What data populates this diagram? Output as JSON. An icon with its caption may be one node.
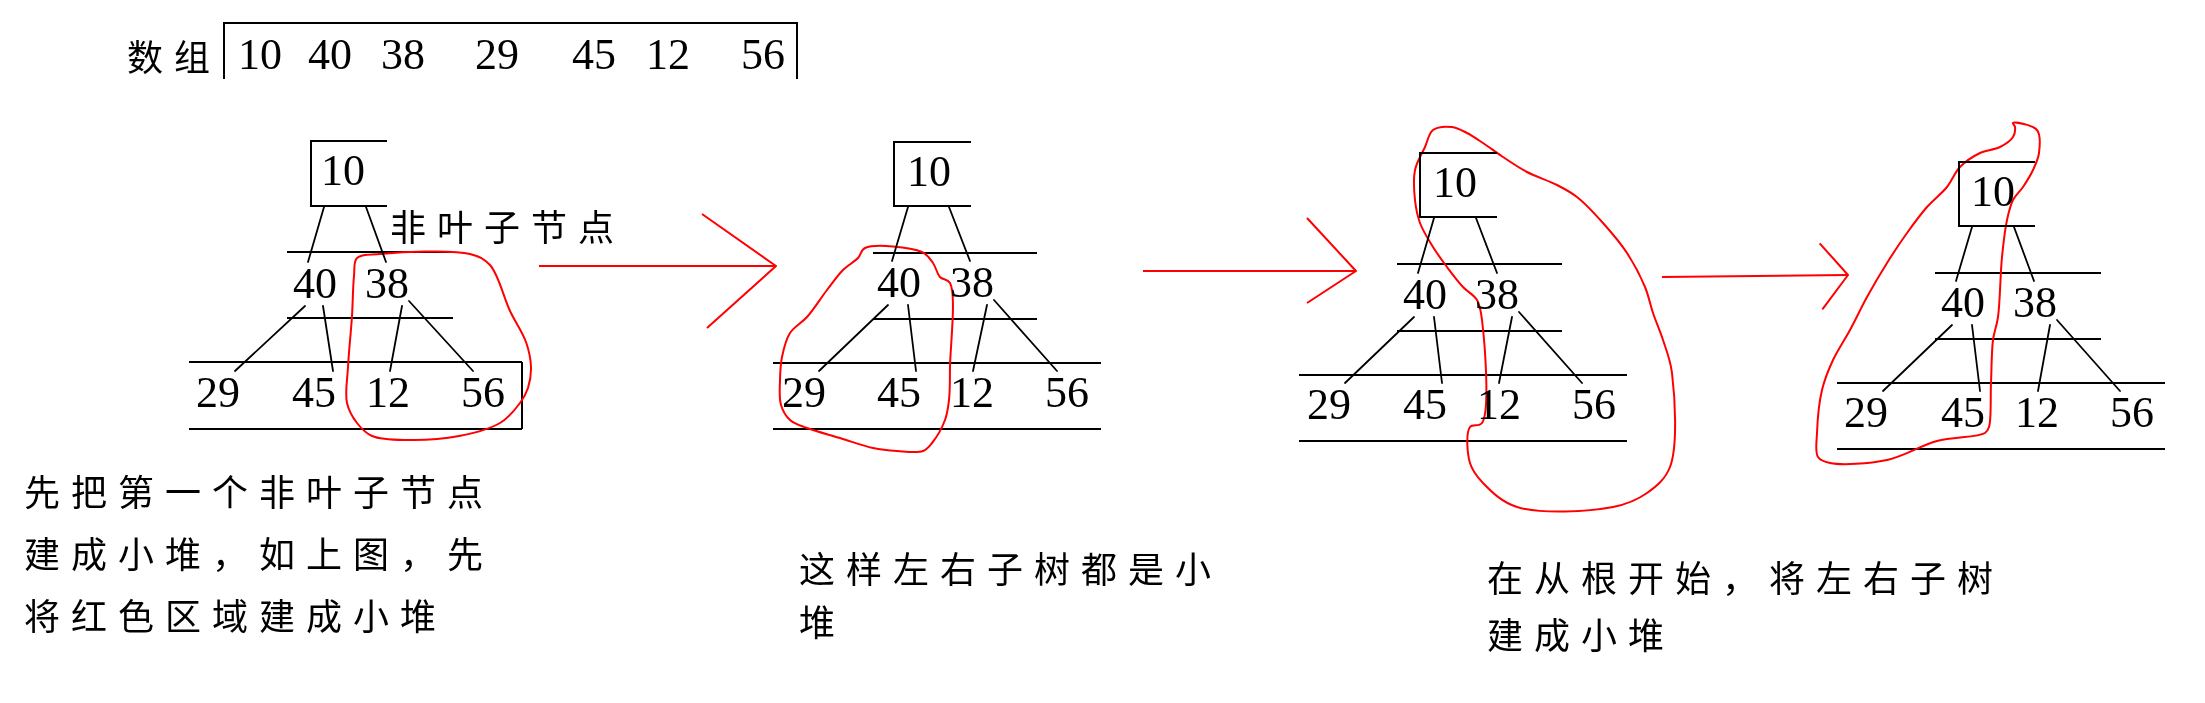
{
  "diagram": {
    "nodes": [
      {
        "text": [
          "数组",
          "10",
          "40",
          "38",
          "29",
          "45",
          "12",
          "56"
        ]
      },
      {
        "text": [
          "10"
        ]
      },
      {
        "text": [
          "40"
        ]
      },
      {
        "text": [
          "38"
        ]
      },
      {
        "text": [
          "29"
        ]
      },
      {
        "text": [
          "45"
        ]
      },
      {
        "text": [
          "12"
        ]
      },
      {
        "text": [
          "56"
        ]
      },
      {
        "text": [
          "10"
        ]
      },
      {
        "text": [
          "40"
        ]
      },
      {
        "text": [
          "38"
        ]
      },
      {
        "text": [
          "29"
        ]
      },
      {
        "text": [
          "45"
        ]
      },
      {
        "text": [
          "12"
        ]
      },
      {
        "text": [
          "56"
        ]
      },
      {
        "text": [
          "10"
        ]
      },
      {
        "text": [
          "40"
        ]
      },
      {
        "text": [
          "38"
        ]
      },
      {
        "text": [
          "29"
        ]
      },
      {
        "text": [
          "45"
        ]
      },
      {
        "text": [
          "12"
        ]
      },
      {
        "text": [
          "56"
        ]
      },
      {
        "text": [
          "10"
        ]
      },
      {
        "text": [
          "40"
        ]
      },
      {
        "text": [
          "38"
        ]
      },
      {
        "text": [
          "29"
        ]
      },
      {
        "text": [
          "45"
        ]
      },
      {
        "text": [
          "12"
        ]
      },
      {
        "text": [
          "56"
        ]
      }
    ],
    "edges": [
      {
        "from": 1,
        "to": 2,
        "arrow": "none"
      },
      {
        "from": 1,
        "to": 3,
        "arrow": "none"
      },
      {
        "from": 2,
        "to": 4,
        "arrow": "none"
      },
      {
        "from": 2,
        "to": 5,
        "arrow": "none"
      },
      {
        "from": 3,
        "to": 6,
        "arrow": "none"
      },
      {
        "from": 3,
        "to": 7,
        "arrow": "none"
      },
      {
        "from": 8,
        "to": 9,
        "arrow": "none"
      },
      {
        "from": 8,
        "to": 10,
        "arrow": "none"
      },
      {
        "from": 9,
        "to": 11,
        "arrow": "none"
      },
      {
        "from": 9,
        "to": 12,
        "arrow": "none"
      },
      {
        "from": 10,
        "to": 13,
        "arrow": "none"
      },
      {
        "from": 10,
        "to": 14,
        "arrow": "none"
      },
      {
        "from": 15,
        "to": 16,
        "arrow": "none"
      },
      {
        "from": 15,
        "to": 17,
        "arrow": "none"
      },
      {
        "from": 16,
        "to": 18,
        "arrow": "none"
      },
      {
        "from": 16,
        "to": 19,
        "arrow": "none"
      },
      {
        "from": 17,
        "to": 20,
        "arrow": "none"
      },
      {
        "from": 17,
        "to": 21,
        "arrow": "none"
      },
      {
        "from": 22,
        "to": 23,
        "arrow": "none"
      },
      {
        "from": 22,
        "to": 24,
        "arrow": "none"
      },
      {
        "from": 23,
        "to": 25,
        "arrow": "none"
      },
      {
        "from": 23,
        "to": 26,
        "arrow": "none"
      },
      {
        "from": 24,
        "to": 27,
        "arrow": "none"
      },
      {
        "from": 24,
        "to": 28,
        "arrow": "none"
      }
    ],
    "labels": [
      "非叶子节点",
      "先把第一个非叶子节点建成小堆，如上图，先将红色区域建成小堆",
      "这样左右子树都是小堆",
      "在从根开始，将左右子树建成小堆"
    ]
  }
}
